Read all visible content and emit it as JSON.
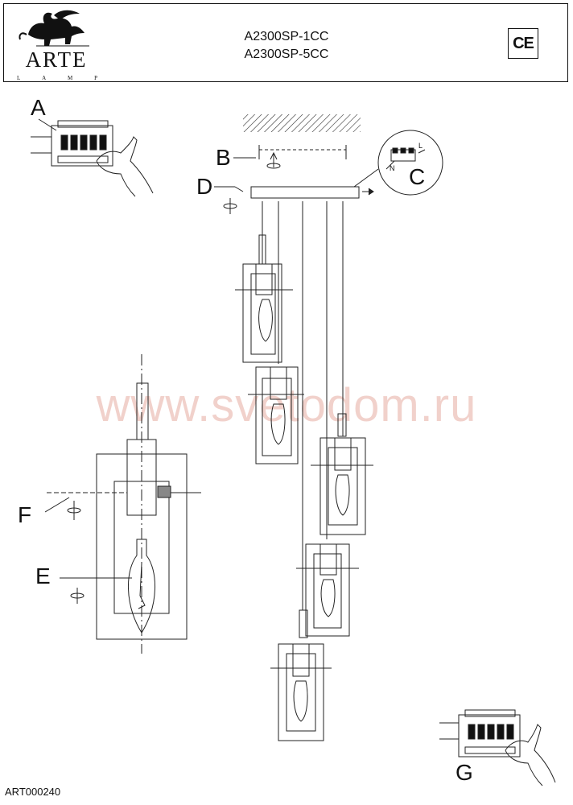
{
  "header": {
    "brand_name": "ARTE",
    "brand_sub": [
      "L",
      "A",
      "M",
      "P"
    ],
    "models": [
      "A2300SP-1CC",
      "A2300SP-5CC"
    ],
    "ce_mark": "CE"
  },
  "labels": {
    "a": "A",
    "b": "B",
    "c": "C",
    "d": "D",
    "e": "E",
    "f": "F",
    "g": "G"
  },
  "wiring": {
    "live": "L",
    "neutral": "N"
  },
  "watermark": "www.svetodom.ru",
  "doc_id": "ART000240"
}
